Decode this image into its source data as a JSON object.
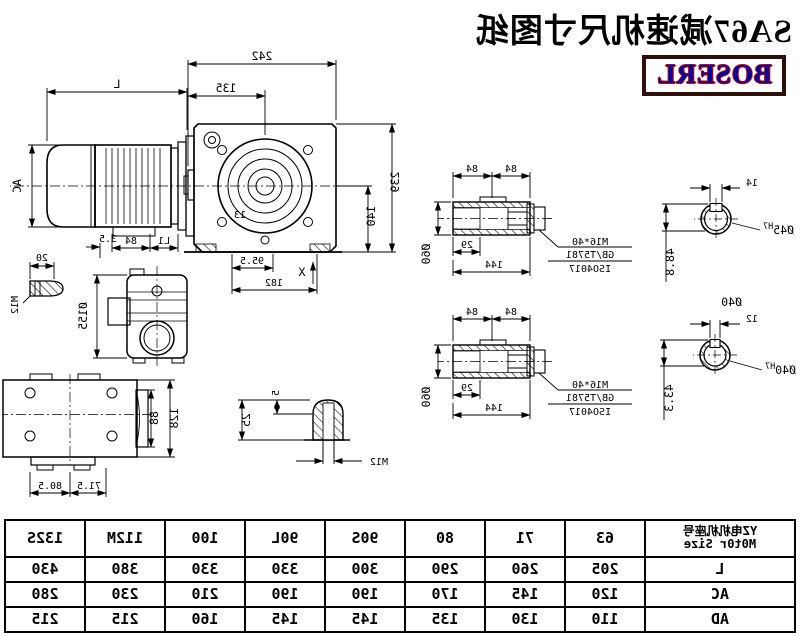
{
  "title": "SA67减速机尺寸图纸",
  "logo": "BOSERL",
  "main_view": {
    "L": "L",
    "w242": "242",
    "w135": "135",
    "ac": "AC",
    "h239": "239",
    "h140": "140",
    "d955": "95.5",
    "d182": "182",
    "x": "X",
    "n13": "13",
    "l1": "L1",
    "d84": "84"
  },
  "flange_view": {
    "dia": "Ø155",
    "d35": "3.5"
  },
  "pin_detail": {
    "len": "20",
    "thread": "M12"
  },
  "shaft_end": {
    "d25": "25",
    "d5": "5",
    "thread": "M12"
  },
  "top_view": {
    "d88": "88",
    "d128": "128",
    "d715": "71.5",
    "d805": "80.5"
  },
  "sleeve": {
    "d84": "84",
    "dia": "Ø60",
    "d29": "29",
    "d144": "144",
    "bolt_spec": [
      "M16*40",
      "GB/T5781",
      "ISO4017"
    ]
  },
  "bores": {
    "b45": {
      "key": "14",
      "dia": "Ø45",
      "fit": "H7",
      "depth": "48.8",
      "note": "Ø40"
    },
    "b40": {
      "key": "12",
      "dia": "Ø40",
      "fit": "H7",
      "depth": "43.3"
    }
  },
  "table": {
    "header_lines": [
      "YZ电机机座号",
      "M0t0r Size"
    ],
    "frames": [
      "63",
      "71",
      "80",
      "90S",
      "90L",
      "100",
      "112M",
      "132S"
    ],
    "rows": [
      {
        "label": "L",
        "values": [
          "205",
          "260",
          "290",
          "300",
          "330",
          "330",
          "380",
          "430"
        ]
      },
      {
        "label": "AC",
        "values": [
          "120",
          "145",
          "170",
          "190",
          "190",
          "210",
          "230",
          "280"
        ]
      },
      {
        "label": "AD",
        "values": [
          "110",
          "130",
          "135",
          "145",
          "145",
          "160",
          "215",
          "215"
        ]
      }
    ]
  }
}
